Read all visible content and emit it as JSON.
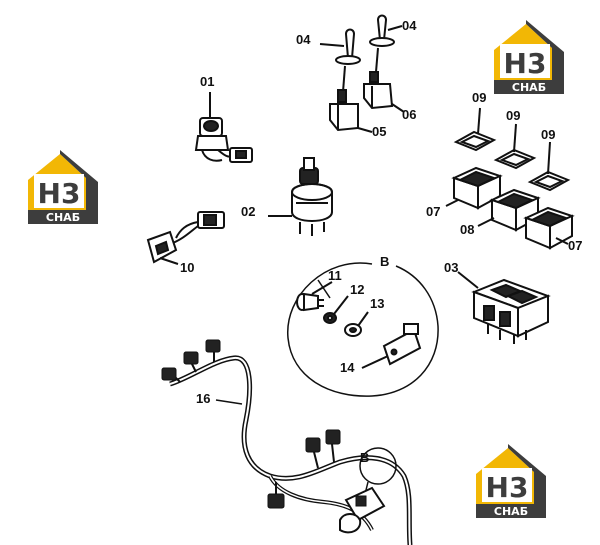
{
  "callouts": [
    {
      "id": "c01",
      "text": "01"
    },
    {
      "id": "c02",
      "text": "02"
    },
    {
      "id": "c03",
      "text": "03"
    },
    {
      "id": "c04a",
      "text": "04"
    },
    {
      "id": "c04b",
      "text": "04"
    },
    {
      "id": "c05",
      "text": "05"
    },
    {
      "id": "c06",
      "text": "06"
    },
    {
      "id": "c07a",
      "text": "07"
    },
    {
      "id": "c07b",
      "text": "07"
    },
    {
      "id": "c08",
      "text": "08"
    },
    {
      "id": "c09a",
      "text": "09"
    },
    {
      "id": "c09b",
      "text": "09"
    },
    {
      "id": "c09c",
      "text": "09"
    },
    {
      "id": "c10",
      "text": "10"
    },
    {
      "id": "c11",
      "text": "11"
    },
    {
      "id": "c12",
      "text": "12"
    },
    {
      "id": "c13",
      "text": "13"
    },
    {
      "id": "c14",
      "text": "14"
    },
    {
      "id": "c16",
      "text": "16"
    },
    {
      "id": "cBa",
      "text": "B"
    },
    {
      "id": "cBb",
      "text": "B"
    }
  ],
  "watermark": {
    "letters": "H3",
    "caption": "СНАБ",
    "colors": {
      "gold": "#f2b705",
      "dark": "#3d3d3d",
      "white": "#ffffff"
    }
  }
}
